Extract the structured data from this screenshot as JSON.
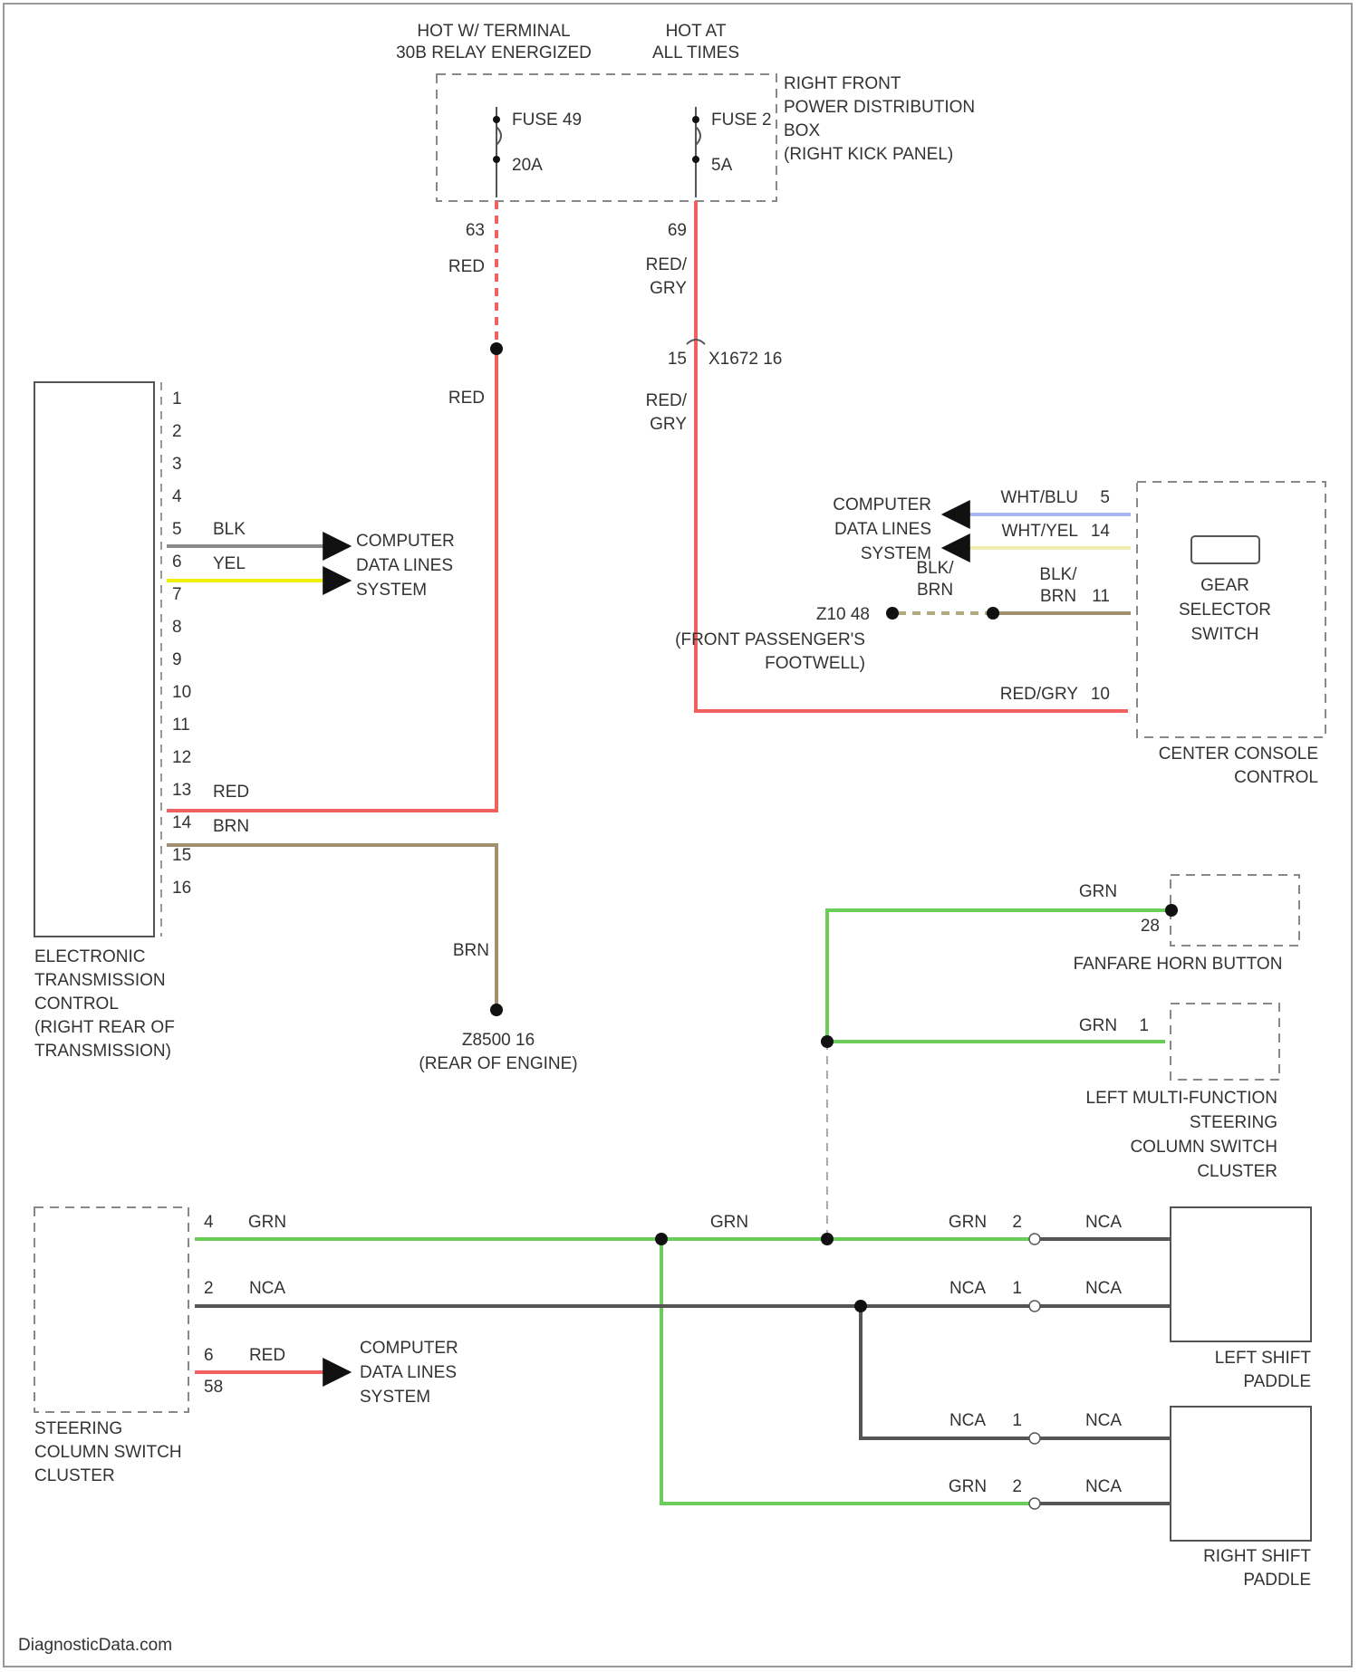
{
  "colors": {
    "red": "#f26060",
    "brown": "#a09070",
    "green": "#6ccc5a",
    "black": "#555555",
    "yellow": "#f0f000",
    "white_blue": "#aab4f0",
    "white_yellow": "#eeeeb0",
    "black_brown": "#b0a880"
  },
  "fuse_panel": {
    "hot_with_terminal_line1": "HOT W/ TERMINAL",
    "hot_with_terminal_line2": "30B RELAY ENERGIZED",
    "hot_at_all_times_line1": "HOT AT",
    "hot_at_all_times_line2": "ALL TIMES",
    "fuse_a_name": "FUSE 49",
    "fuse_a_rating": "20A",
    "fuse_b_name": "FUSE 2",
    "fuse_b_rating": "5A",
    "label_line1": "RIGHT FRONT",
    "label_line2": "POWER DISTRIBUTION",
    "label_line3": "BOX",
    "label_line4": "(RIGHT KICK PANEL)",
    "pin_a": "63",
    "pin_b": "69"
  },
  "wires": {
    "red": "RED",
    "red_gry_line1": "RED/",
    "red_gry_line2": "GRY",
    "red_gry": "RED/GRY",
    "blk": "BLK",
    "yel": "YEL",
    "brn": "BRN",
    "grn": "GRN",
    "nca": "NCA",
    "wht_blu": "WHT/BLU",
    "wht_yel": "WHT/YEL",
    "blk_line1": "BLK/",
    "brn_line2": "BRN"
  },
  "connector_inline": {
    "pin": "15",
    "name": "X1672 16"
  },
  "tcm": {
    "pins": [
      "1",
      "2",
      "3",
      "4",
      "5",
      "6",
      "7",
      "8",
      "9",
      "10",
      "11",
      "12",
      "13",
      "14",
      "15",
      "16"
    ],
    "label_line1": "ELECTRONIC",
    "label_line2": "TRANSMISSION",
    "label_line3": "CONTROL",
    "label_line4": "(RIGHT REAR OF",
    "label_line5": "TRANSMISSION)"
  },
  "computer_data_lines": {
    "line1": "COMPUTER",
    "line2": "DATA LINES",
    "line3": "SYSTEM"
  },
  "ground_engine": {
    "line1": "Z8500 16",
    "line2": "(REAR OF ENGINE)"
  },
  "ground_footwell": {
    "line1": "Z10 48",
    "line2": "(FRONT PASSENGER'S",
    "line3": "FOOTWELL)"
  },
  "gear_selector": {
    "line1": "GEAR",
    "line2": "SELECTOR",
    "line3": "SWITCH",
    "console_line1": "CENTER CONSOLE",
    "console_line2": "CONTROL",
    "pin_wht_blu": "5",
    "pin_wht_yel": "14",
    "pin_blk_brn": "11",
    "pin_red_gry": "10"
  },
  "fanfare": {
    "pin": "28",
    "label": "FANFARE HORN BUTTON"
  },
  "left_mfs": {
    "pin": "1",
    "line1": "LEFT MULTI-FUNCTION",
    "line2": "STEERING",
    "line3": "COLUMN SWITCH",
    "line4": "CLUSTER"
  },
  "steering_cluster": {
    "pin_grn": "4",
    "pin_nca": "2",
    "pin_red": "6",
    "pin_red_sub": "58",
    "line1": "STEERING",
    "line2": "COLUMN SWITCH",
    "line3": "CLUSTER"
  },
  "left_paddle": {
    "pin_grn": "2",
    "pin_nca": "1",
    "line1": "LEFT SHIFT",
    "line2": "PADDLE"
  },
  "right_paddle": {
    "pin_nca": "1",
    "pin_grn": "2",
    "line1": "RIGHT SHIFT",
    "line2": "PADDLE"
  },
  "footer": "DiagnosticData.com"
}
